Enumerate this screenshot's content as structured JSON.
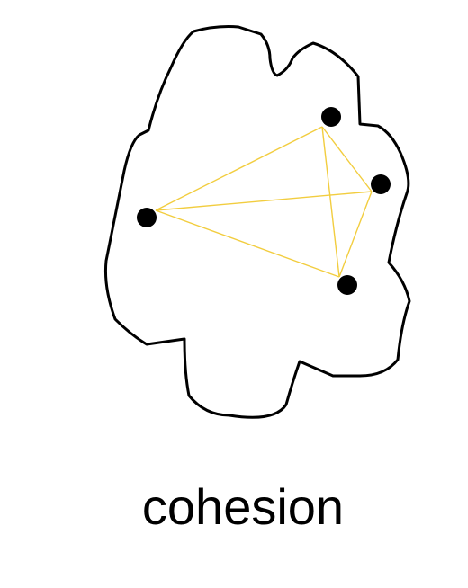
{
  "caption": "cohesion",
  "colors": {
    "outline": "#000000",
    "edges": "#f2cd3f",
    "nodes": "#000000",
    "background": "#ffffff"
  },
  "nodes": [
    {
      "id": "a"
    },
    {
      "id": "b"
    },
    {
      "id": "c"
    },
    {
      "id": "d"
    }
  ],
  "edges": [
    {
      "from": "a",
      "to": "b"
    },
    {
      "from": "a",
      "to": "c"
    },
    {
      "from": "a",
      "to": "d"
    },
    {
      "from": "b",
      "to": "c"
    },
    {
      "from": "b",
      "to": "d"
    },
    {
      "from": "c",
      "to": "d"
    }
  ]
}
